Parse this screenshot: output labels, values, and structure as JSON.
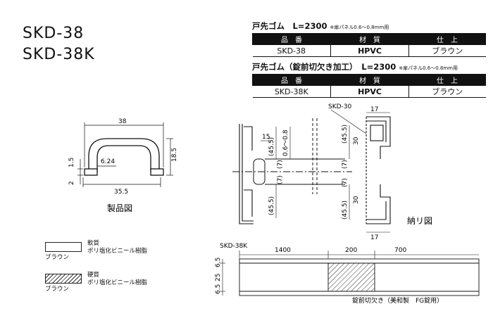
{
  "models": [
    "SKD-38",
    "SKD-38K"
  ],
  "table1": {
    "title": "戸先ゴム　L=2300",
    "note": "※扉パネル0.6〜0.8mm用",
    "headers": [
      "品　番",
      "材　質",
      "仕　上"
    ],
    "row": [
      "SKD-38",
      "HPVC",
      "ブラウン"
    ]
  },
  "table2": {
    "title": "戸先ゴム（錠前切欠き加工）　L=2300",
    "note": "※扉パネル0.6〜0.8mm用",
    "headers": [
      "品　番",
      "材　質",
      "仕　上"
    ],
    "row": [
      "SKD-38K",
      "HPVC",
      "ブラウン"
    ]
  },
  "product_drawing": {
    "caption": "製品図",
    "dims": [
      "38",
      "6.24",
      "1.5",
      "2",
      "18.5",
      "35.5"
    ]
  },
  "install_drawing": {
    "caption": "納リ図",
    "callout": "SKD-30",
    "dims": [
      "15",
      "(45.5)",
      "0.6〜0.8",
      "(7)",
      "(7)",
      "(45.5)",
      "17",
      "(45.5)",
      "30",
      "(7)",
      "(7)",
      "30",
      "(45.5)",
      "17"
    ]
  },
  "legend": [
    {
      "swatch": "plain",
      "line1": "軟質",
      "line2": "ポリ塩化ビニール樹脂",
      "color": "ブラウン"
    },
    {
      "swatch": "hatched",
      "line1": "硬質",
      "line2": "ポリ塩化ビニール樹脂",
      "color": "ブラウン"
    }
  ],
  "skd38k_drawing": {
    "label": "SKD-38K",
    "lengths": [
      "1400",
      "200",
      "700"
    ],
    "heights": [
      "6.5",
      "25",
      "6.5"
    ],
    "note": "錠前切欠き（美和製　FG錠用）"
  }
}
